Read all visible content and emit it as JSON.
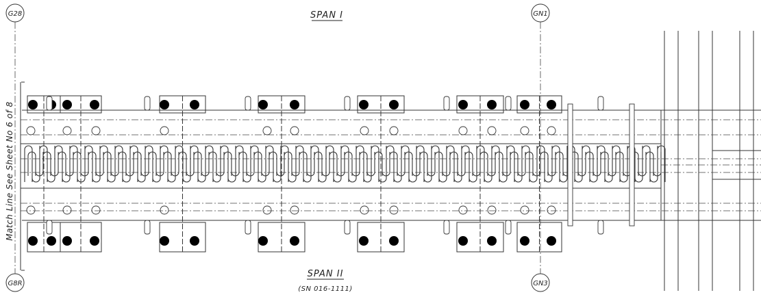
{
  "drawing": {
    "top_span_label": "SPAN I",
    "bottom_span_label": "SPAN II",
    "bottom_span_ref": "(SN 016-1111)",
    "match_line_note": "Match Line See Sheet No 6 of 8",
    "gridlines": [
      {
        "top_label": "G28",
        "bottom_label": "G8R"
      },
      {
        "top_label": "GN1",
        "bottom_label": "GN3"
      }
    ]
  }
}
